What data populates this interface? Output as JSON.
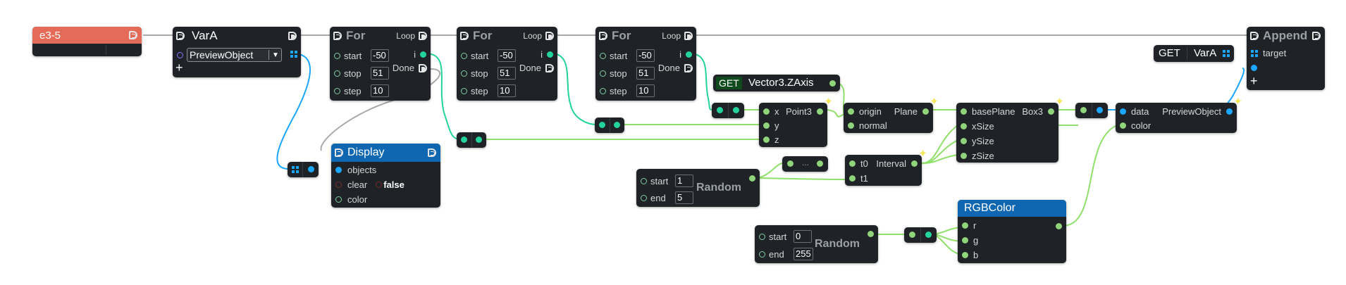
{
  "header_node": {
    "label": "e3-5"
  },
  "var_node": {
    "title": "VarA",
    "selected": "PreviewObject"
  },
  "for1": {
    "title": "For",
    "loop": "Loop",
    "done": "Done",
    "i": "i",
    "start_label": "start",
    "start": "-50",
    "stop_label": "stop",
    "stop": "51",
    "step_label": "step",
    "step": "10"
  },
  "for2": {
    "title": "For",
    "loop": "Loop",
    "done": "Done",
    "i": "i",
    "start_label": "start",
    "start": "-50",
    "stop_label": "stop",
    "stop": "51",
    "step_label": "step",
    "step": "10"
  },
  "for3": {
    "title": "For",
    "loop": "Loop",
    "done": "Done",
    "i": "i",
    "start_label": "start",
    "start": "-50",
    "stop_label": "stop",
    "stop": "51",
    "step_label": "step",
    "step": "10"
  },
  "display": {
    "title": "Display",
    "objects": "objects",
    "clear": "clear",
    "clear_value": "false",
    "color": "color"
  },
  "get_vec": {
    "get": "GET",
    "name": "Vector3.ZAxis"
  },
  "point3": {
    "title": "Point3",
    "x": "x",
    "y": "y",
    "z": "z"
  },
  "plane": {
    "title": "Plane",
    "origin": "origin",
    "normal": "normal"
  },
  "box3": {
    "title": "Box3",
    "basePlane": "basePlane",
    "xSize": "xSize",
    "ySize": "ySize",
    "zSize": "zSize"
  },
  "random1": {
    "title": "Random",
    "start_label": "start",
    "start": "1",
    "end_label": "end",
    "end": "5"
  },
  "interval": {
    "title": "Interval",
    "t0": "t0",
    "t1": "t1",
    "mid": "..."
  },
  "random2": {
    "title": "Random",
    "start_label": "start",
    "start": "0",
    "end_label": "end",
    "end": "255"
  },
  "rgbcolor": {
    "title": "RGBColor",
    "r": "r",
    "g": "g",
    "b": "b"
  },
  "preview": {
    "title": "PreviewObject",
    "data": "data",
    "color": "color"
  },
  "get_vara": {
    "get": "GET",
    "name": "VarA"
  },
  "append": {
    "title": "Append",
    "target": "target",
    "plus": "+"
  },
  "plus": "+",
  "colors": {
    "node_bg": "#1f2226",
    "header_orange": "#e46b58",
    "header_blue": "#0f67b1",
    "port_green": "#22d39a",
    "port_blue": "#1ba7ff",
    "wire_gray": "#a9a9a9",
    "wire_green": "#8fe06a"
  }
}
